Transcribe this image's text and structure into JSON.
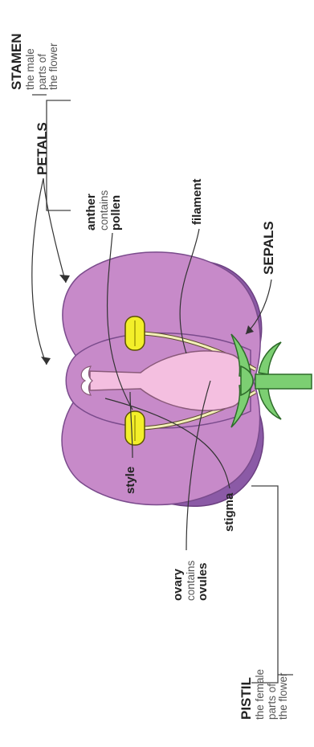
{
  "labels": {
    "pistil": {
      "title": "PISTIL",
      "line1": "the female",
      "line2": "parts of",
      "line3": "the flower"
    },
    "stamen": {
      "title": "STAMEN",
      "line1": "the male",
      "line2": "parts of",
      "line3": "the flower"
    },
    "petals": "PETALS",
    "sepals": "SEPALS",
    "stigma": "stigma",
    "style": "style",
    "ovary": {
      "word": "ovary",
      "contains": "contains",
      "what": "ovules"
    },
    "anther": {
      "word": "anther",
      "contains": "contains",
      "what": "pollen"
    },
    "filament": "filament"
  },
  "colors": {
    "petal": "#c78ac9",
    "petal_dark": "#8b5aa6",
    "petal_edge": "#7a4b8c",
    "pistil": "#f4bfe0",
    "anther": "#f3ef2a",
    "sepal": "#7ccf72",
    "line": "#333333"
  }
}
